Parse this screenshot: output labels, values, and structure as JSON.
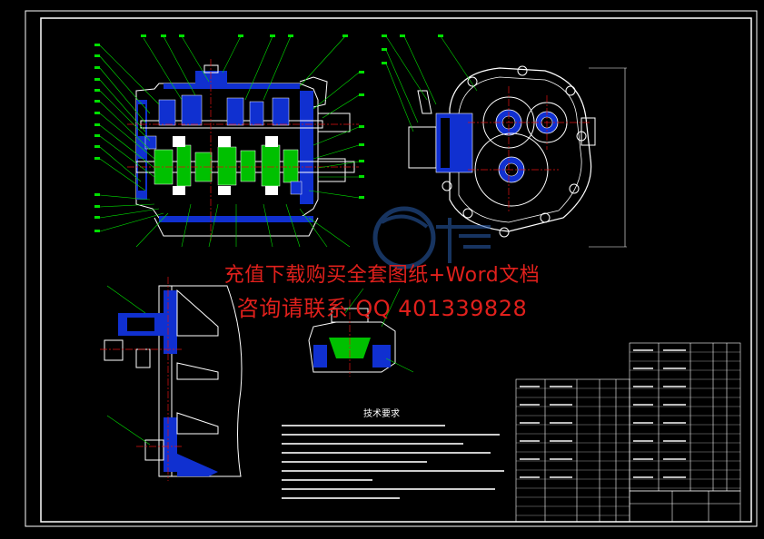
{
  "watermark": {
    "line1": "充值下载购买全套图纸+Word文档",
    "line2": "咨询请联系 QQ 401339828",
    "logo_text": "文库"
  },
  "sections": {
    "main_view_title": "",
    "technical_requirements_title": "技术要求"
  },
  "colors": {
    "background": "#000000",
    "frame": "#ffffff",
    "leader": "#00e000",
    "section_fill": "#1030d0",
    "gear_fill": "#00c000",
    "center_line": "#e01010",
    "watermark": "#e0201c",
    "title_block": "#ffffff"
  },
  "icons": {
    "logo": "wenku-logo-icon"
  }
}
